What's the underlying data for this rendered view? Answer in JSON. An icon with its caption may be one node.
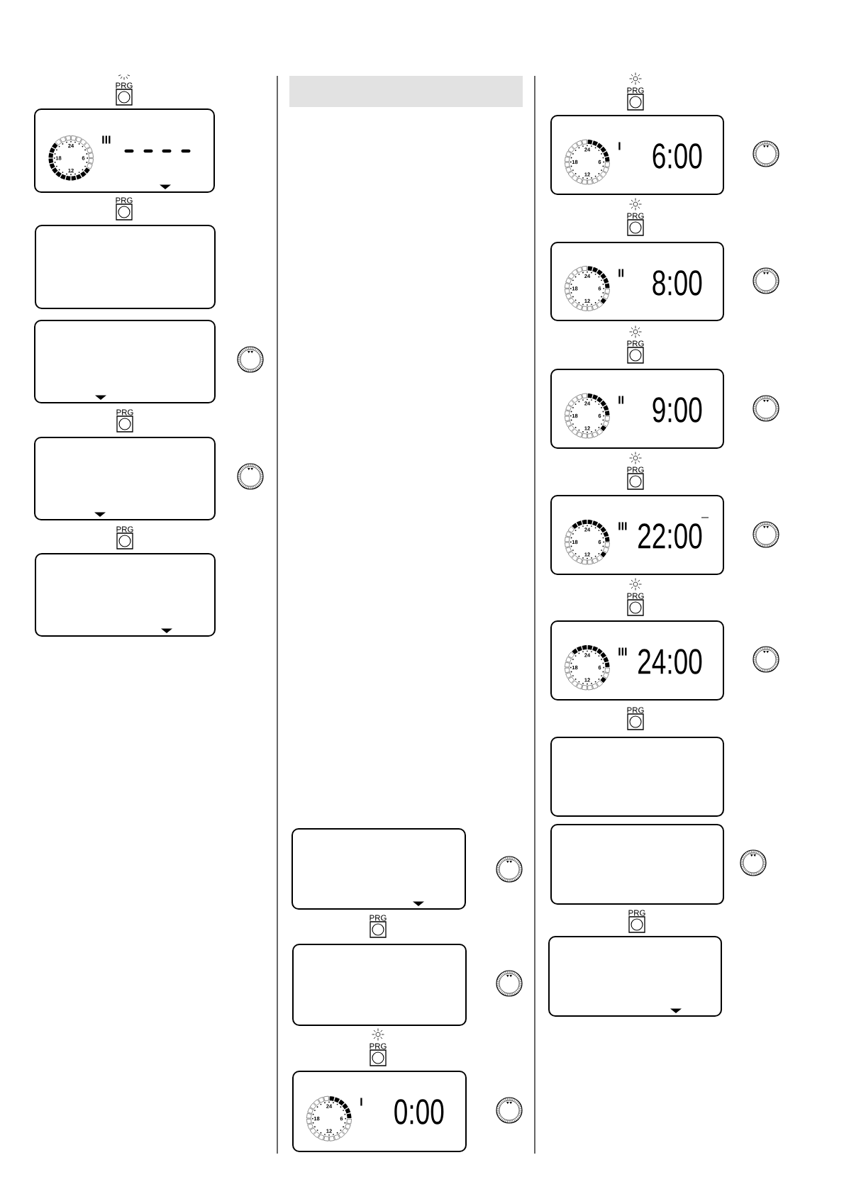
{
  "diagram": {
    "nodes": [
      {
        "text": [
          "PRG"
        ]
      },
      {
        "text": [
          "III"
        ]
      },
      {
        "text": [
          "24",
          "18",
          "6",
          "12"
        ],
        "in": 1
      },
      {
        "text": [
          "PRG"
        ]
      },
      {
        "text": [],
        "shape": "box"
      },
      {
        "text": [],
        "shape": "box"
      },
      {
        "text": [
          "PRG"
        ]
      },
      {
        "text": [],
        "shape": "box"
      },
      {
        "text": [
          "PRG"
        ]
      },
      {
        "text": [],
        "shape": "box"
      },
      {
        "text": [],
        "shape": "bar"
      },
      {
        "text": [],
        "shape": "box"
      },
      {
        "text": [
          "PRG"
        ]
      },
      {
        "text": [],
        "shape": "box"
      },
      {
        "text": [
          "PRG"
        ]
      },
      {
        "text": [
          "I",
          "0:00"
        ]
      },
      {
        "text": [
          "24",
          "18",
          "6",
          "12"
        ],
        "in": 15
      },
      {
        "text": [
          "PRG"
        ]
      },
      {
        "text": [
          "I",
          "6:00"
        ]
      },
      {
        "text": [
          "24",
          "18",
          "6",
          "12"
        ],
        "in": 18
      },
      {
        "text": [
          "PRG"
        ]
      },
      {
        "text": [
          "II",
          "8:00"
        ]
      },
      {
        "text": [
          "24",
          "18",
          "6",
          "12"
        ],
        "in": 21
      },
      {
        "text": [
          "PRG"
        ]
      },
      {
        "text": [
          "II",
          "9:00"
        ]
      },
      {
        "text": [
          "24",
          "18",
          "6",
          "12"
        ],
        "in": 24
      },
      {
        "text": [
          "PRG"
        ]
      },
      {
        "text": [
          "III",
          "22:00"
        ]
      },
      {
        "text": [
          "24",
          "18",
          "6",
          "12"
        ],
        "in": 27
      },
      {
        "text": [
          "PRG"
        ]
      },
      {
        "text": [
          "III",
          "24:00"
        ]
      },
      {
        "text": [
          "24",
          "18",
          "6",
          "12"
        ],
        "in": 30
      },
      {
        "text": [
          "PRG"
        ]
      },
      {
        "text": [],
        "shape": "box"
      },
      {
        "text": [],
        "shape": "box"
      },
      {
        "text": [
          "PRG"
        ]
      },
      {
        "text": [],
        "shape": "box"
      }
    ]
  }
}
